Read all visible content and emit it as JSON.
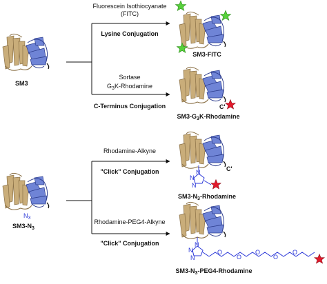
{
  "colors": {
    "tan": "#c9ad7a",
    "tan_dark": "#8a7046",
    "blue": "#6f84d6",
    "blue_dark": "#2f3f8f",
    "azide_blue": "#2a37d8",
    "star_green": "#57d13b",
    "star_red": "#e3192b",
    "arrow": "#111111"
  },
  "starting_materials": {
    "sm3": {
      "label": "SM3"
    },
    "sm3_n3": {
      "label_main": "SM3-N",
      "label_sub": "3",
      "azide_main": "N",
      "azide_sub": "3"
    }
  },
  "upper_branch": {
    "fitc": {
      "reagent_line1": "Fluorescein Isothiocyanate",
      "reagent_line2": "(FITC)",
      "conjugation": "Lysine Conjugation",
      "product": "SM3-FITC",
      "star_icon": "green-star-icon"
    },
    "sortase": {
      "reagent_line1": "Sortase",
      "reagent_line2_a": "G",
      "reagent_line2_sub": "3",
      "reagent_line2_b": "K-Rhodamine",
      "conjugation": "C-Terminus Conjugation",
      "product_a": "SM3-G",
      "product_sub": "3",
      "product_b": "K-Rhodamine",
      "c_term": "C'",
      "star_icon": "red-star-icon"
    }
  },
  "lower_branch": {
    "alkyne": {
      "reagent": "Rhodamine-Alkyne",
      "conjugation": "\"Click\" Conjugation",
      "product_a": "SM3-N",
      "product_sub": "3",
      "product_b": "-Rhodamine",
      "triazole_n1": "N",
      "triazole_n2": "N",
      "triazole_n3": "N",
      "c_term": "C'"
    },
    "peg": {
      "reagent": "Rhodamine-PEG4-Alkyne",
      "conjugation": "\"Click\" Conjugation",
      "product_a": "SM3-N",
      "product_sub": "3",
      "product_b": "-PEG4-Rhodamine",
      "triazole_n1": "N",
      "triazole_n2": "N",
      "triazole_n3": "N",
      "oxygen": "O"
    }
  }
}
